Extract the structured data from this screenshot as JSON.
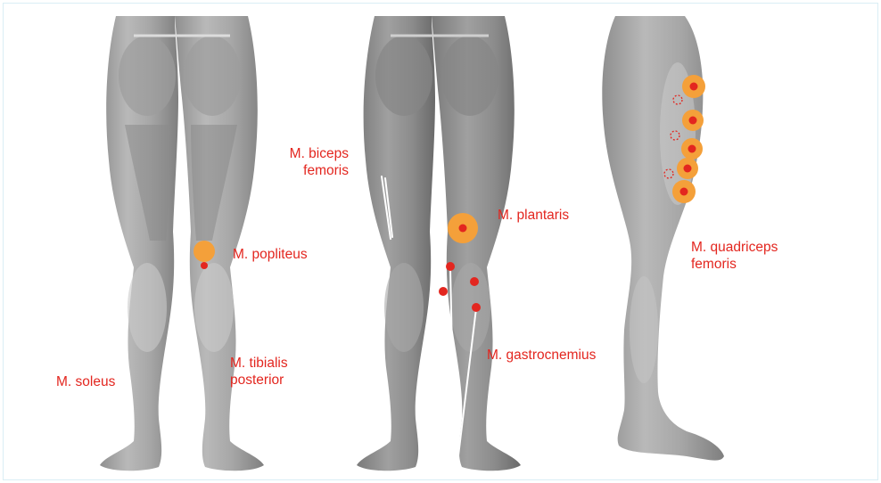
{
  "colors": {
    "label_text": "#e3261f",
    "trigger_point_halo": "#f4a03a",
    "trigger_point_core": "#e3261f",
    "referral_line": "#ffffff",
    "muscle_light": "#bdbdbd",
    "muscle_mid": "#9a9a9a",
    "muscle_dark": "#6e6e6e",
    "background": "#ffffff",
    "frame_border": "#d9eef5"
  },
  "figures": [
    {
      "view": "posterior",
      "labels": [
        {
          "id": "popliteus",
          "lines": [
            "M. popliteus"
          ]
        },
        {
          "id": "soleus",
          "lines": [
            "M. soleus"
          ]
        },
        {
          "id": "tibialis-posterior",
          "lines": [
            "M. tibialis",
            "posterior"
          ]
        }
      ]
    },
    {
      "view": "posterior",
      "labels": [
        {
          "id": "biceps-femoris",
          "lines": [
            "M. biceps",
            "femoris"
          ]
        },
        {
          "id": "plantaris",
          "lines": [
            "M. plantaris"
          ]
        },
        {
          "id": "gastrocnemius",
          "lines": [
            "M. gastrocnemius"
          ]
        }
      ]
    },
    {
      "view": "lateral",
      "labels": [
        {
          "id": "quadriceps-femoris",
          "lines": [
            "M. quadriceps",
            "femoris"
          ]
        }
      ]
    }
  ]
}
